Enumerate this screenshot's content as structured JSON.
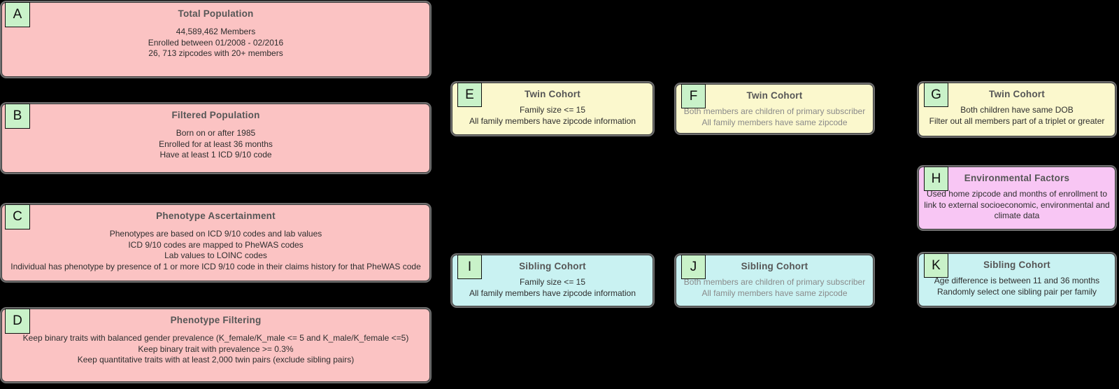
{
  "diagram": {
    "background": "#000000",
    "palette": {
      "pink": "#fbc3c3",
      "yellow": "#fbf8cd",
      "cyan": "#c9f2f2",
      "magenta": "#f8c6f4",
      "label_green": "#c9f2c9",
      "node_border": "#3f3f3f",
      "halo_gray": "#969696",
      "title_text": "#565656",
      "body_text": "#2e2e2e",
      "muted_body_text": "#8a8a8a"
    },
    "boxes": [
      {
        "id": "A",
        "title": "Total Population",
        "color": "pink",
        "lines": [
          "44,589,462 Members",
          "Enrolled between 01/2008 - 02/2016",
          "26, 713 zipcodes with 20+ members"
        ]
      },
      {
        "id": "B",
        "title": "Filtered Population",
        "color": "pink",
        "lines": [
          "Born on or after 1985",
          "Enrolled for at least 36 months",
          "Have at least 1 ICD 9/10 code"
        ]
      },
      {
        "id": "C",
        "title": "Phenotype Ascertainment",
        "color": "pink",
        "lines": [
          "Phenotypes are based on ICD 9/10 codes and lab values",
          "ICD 9/10 codes are mapped to PheWAS codes",
          "Lab values to LOINC codes",
          "Individual has phenotype by presence of 1 or more ICD 9/10 code in their claims history for that PheWAS code"
        ]
      },
      {
        "id": "D",
        "title": "Phenotype Filtering",
        "color": "pink",
        "lines": [
          "Keep binary traits with balanced gender prevalence (K_female/K_male <= 5 and K_male/K_female <=5)",
          "Keep binary trait with prevalence >= 0.3%",
          "Keep quantitative traits with at least 2,000 twin pairs (exclude sibling pairs)"
        ]
      },
      {
        "id": "E",
        "title": "Twin Cohort",
        "color": "yellow",
        "lines": [
          "Family size <= 15",
          "All family members have zipcode information"
        ]
      },
      {
        "id": "F",
        "title": "Twin Cohort",
        "color": "yellow",
        "muted": true,
        "lines": [
          "Both members are children of primary subscriber",
          "All family members have same zipcode"
        ]
      },
      {
        "id": "G",
        "title": "Twin Cohort",
        "color": "yellow",
        "lines": [
          "Both children have same DOB",
          "Filter out all members part of a triplet or greater"
        ]
      },
      {
        "id": "H",
        "title": "Environmental Factors",
        "color": "magenta",
        "lines": [
          "Used home zipcode and months of enrollment to",
          "link to external socioeconomic, environmental and",
          "climate data"
        ]
      },
      {
        "id": "I",
        "title": "Sibling Cohort",
        "color": "cyan",
        "lines": [
          "Family size <= 15",
          "All family members have zipcode information"
        ]
      },
      {
        "id": "J",
        "title": "Sibling Cohort",
        "color": "cyan",
        "muted": true,
        "lines": [
          "Both members are children of primary subscriber",
          "All family members have same zipcode"
        ]
      },
      {
        "id": "K",
        "title": "Sibling Cohort",
        "color": "cyan",
        "lines": [
          "Age difference is between 11 and 36 months",
          "Randomly select one sibling pair per family"
        ]
      }
    ]
  }
}
